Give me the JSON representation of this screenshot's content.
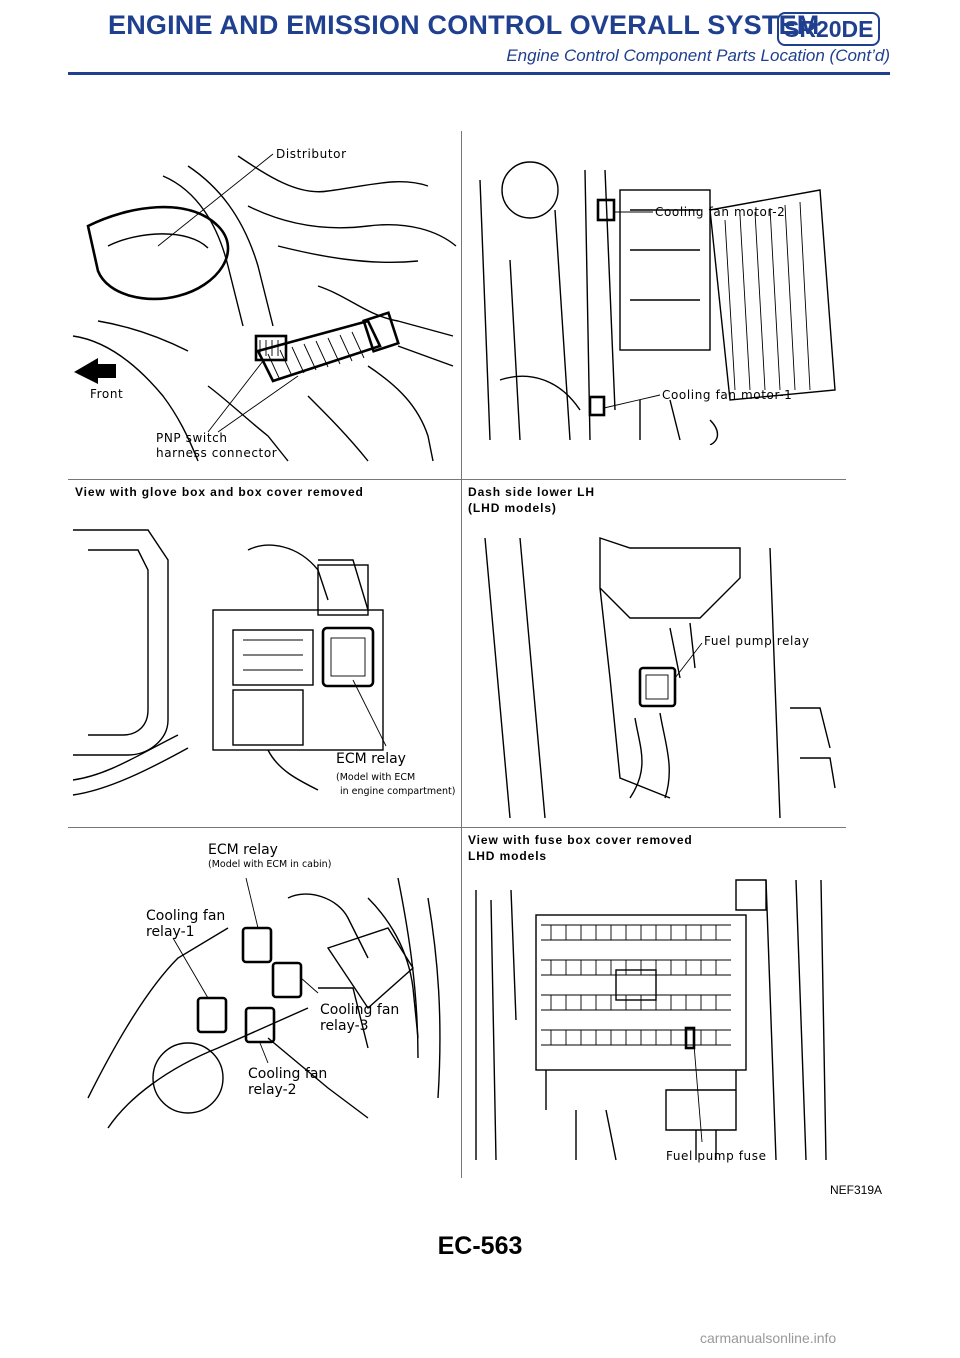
{
  "header": {
    "title": "ENGINE AND EMISSION CONTROL OVERALL SYSTEM",
    "badge": "SR20DE",
    "subtitle": "Engine Control Component Parts Location (Cont’d)"
  },
  "panels": {
    "top_left": {
      "labels": {
        "distributor": "Distributor",
        "front": "Front",
        "pnp1": "PNP switch",
        "pnp2": "harness connector"
      }
    },
    "top_right": {
      "labels": {
        "motor2": "Cooling fan motor-2",
        "motor1": "Cooling fan motor-1"
      }
    },
    "mid_left": {
      "caption": "View with glove box and box cover removed",
      "labels": {
        "ecm": "ECM relay",
        "note1": "(Model with ECM",
        "note2": "in engine compartment)"
      }
    },
    "mid_right": {
      "caption_line1": "Dash side lower LH",
      "caption_line2": "(LHD models)",
      "labels": {
        "fuel_relay": "Fuel pump relay"
      }
    },
    "bot_left": {
      "labels": {
        "ecm": "ECM relay",
        "ecm_note": "(Model with ECM in cabin)",
        "r1a": "Cooling fan",
        "r1b": "relay-1",
        "r3a": "Cooling fan",
        "r3b": "relay-3",
        "r2a": "Cooling fan",
        "r2b": "relay-2"
      }
    },
    "bot_right": {
      "caption_line1": "View with fuse box cover removed",
      "caption_line2": "LHD models",
      "labels": {
        "fuse": "Fuel pump fuse"
      }
    }
  },
  "figure_code": "NEF319A",
  "page_number": "EC-563",
  "watermark": "carmanualsonline.info"
}
